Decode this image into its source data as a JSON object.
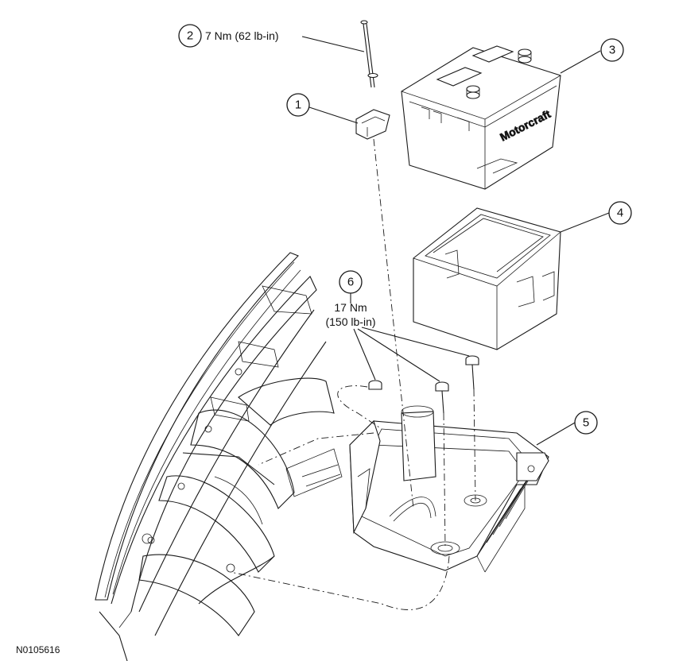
{
  "callouts": [
    {
      "number": "1"
    },
    {
      "number": "2",
      "torque": "7 Nm (62 lb-in)"
    },
    {
      "number": "3"
    },
    {
      "number": "4"
    },
    {
      "number": "5"
    },
    {
      "number": "6",
      "torque_line1": "17 Nm",
      "torque_line2": "(150 lb-in)"
    }
  ],
  "battery": {
    "brand": "Motorcraft"
  },
  "figure_id": "N0105616"
}
